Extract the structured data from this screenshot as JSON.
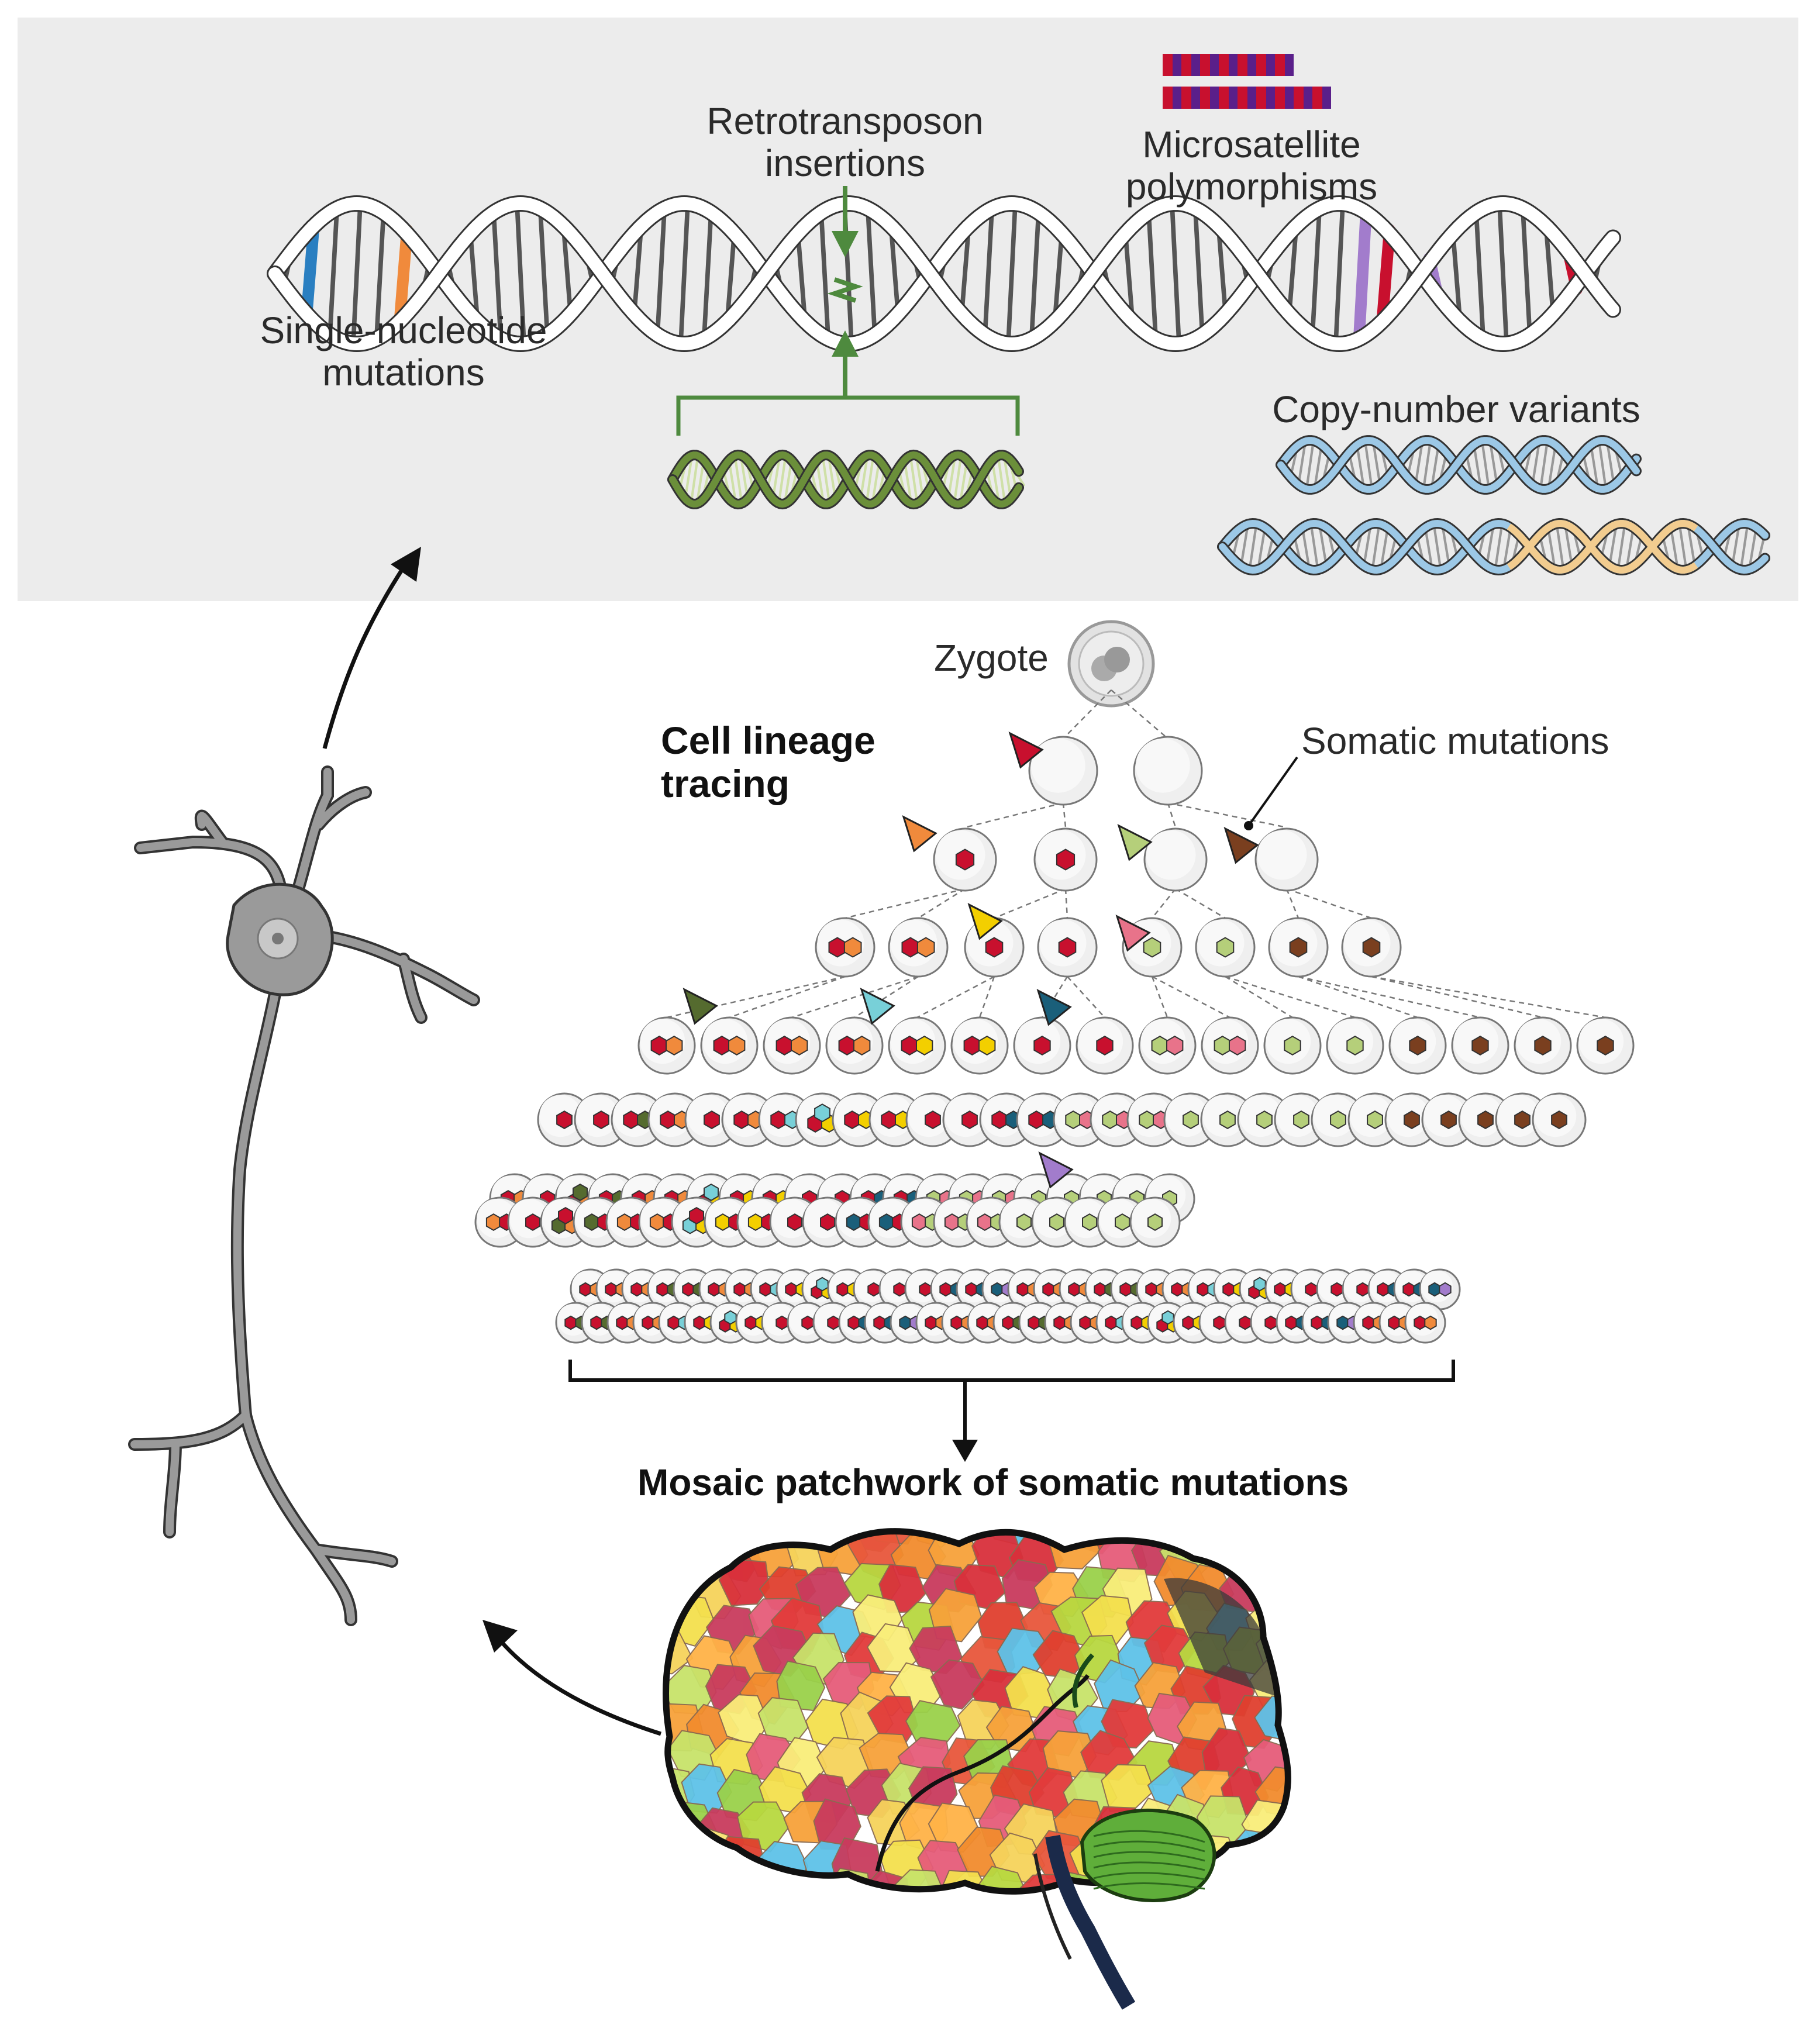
{
  "labels": {
    "retrotransposon": "Retrotransposon insertions",
    "retrotransposon_line1": "Retrotransposon",
    "retrotransposon_line2": "insertions",
    "microsatellite_line1": "Microsatellite",
    "microsatellite_line2": "polymorphisms",
    "snm_line1": "Single-nucleotide",
    "snm_line2": "mutations",
    "cnv": "Copy-number variants",
    "zygote": "Zygote",
    "lineage_line1": "Cell lineage",
    "lineage_line2": "tracing",
    "somatic": "Somatic mutations",
    "mosaic": "Mosaic patchwork of somatic mutations"
  },
  "colors": {
    "panel_bg": "#ececec",
    "red": "#c8102e",
    "orange": "#f08a3c",
    "yellow": "#f3cf00",
    "olive": "#556b2f",
    "lime": "#b5cf7a",
    "pink": "#e8738a",
    "brown": "#7a3f1f",
    "teal": "#1a5f7a",
    "cyan": "#78d0d8",
    "purple": "#a27ccc",
    "dna_green": "#6b8f3a",
    "dna_blue": "#9cc8e6",
    "dna_tan": "#f2cc8f",
    "arrow_green": "#4e8a3e"
  },
  "icons": [
    "neuron-icon",
    "brain-icon",
    "zygote-icon",
    "dna-helix-icon"
  ]
}
